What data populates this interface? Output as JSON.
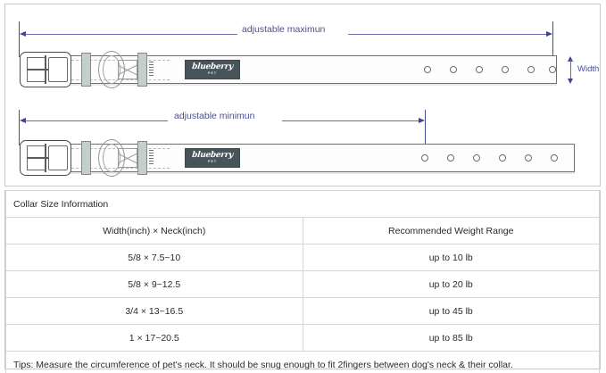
{
  "diagram": {
    "top": {
      "dimension_label": "adjustable maximun",
      "holes": 6,
      "width_label": "Width",
      "logo": {
        "name": "blueberry",
        "sub": "PET"
      }
    },
    "bottom": {
      "dimension_label": "adjustable minimun",
      "holes": 6,
      "logo": {
        "name": "blueberry",
        "sub": "PET"
      }
    },
    "colors": {
      "dimension": "#4a4d96",
      "strap_outline": "#6f6f6f",
      "keeper": "#c3cfcb",
      "patch": "#47555a"
    }
  },
  "table": {
    "title": "Collar Size Information",
    "headers": [
      "Width(inch)  ×  Neck(inch)",
      "Recommended Weight Range"
    ],
    "rows": [
      {
        "size": "5/8 × 7.5~10",
        "weight": "up to 10 lb"
      },
      {
        "size": "5/8 × 9~12.5",
        "weight": "up to 20 lb"
      },
      {
        "size": "3/4 × 13~16.5",
        "weight": "up to 45 lb"
      },
      {
        "size": "1 × 17~20.5",
        "weight": "up to 85 lb"
      }
    ],
    "tips": "Tips: Measure the circumference of pet's neck. It should be snug enough to fit 2fingers between dog's neck & their collar."
  }
}
